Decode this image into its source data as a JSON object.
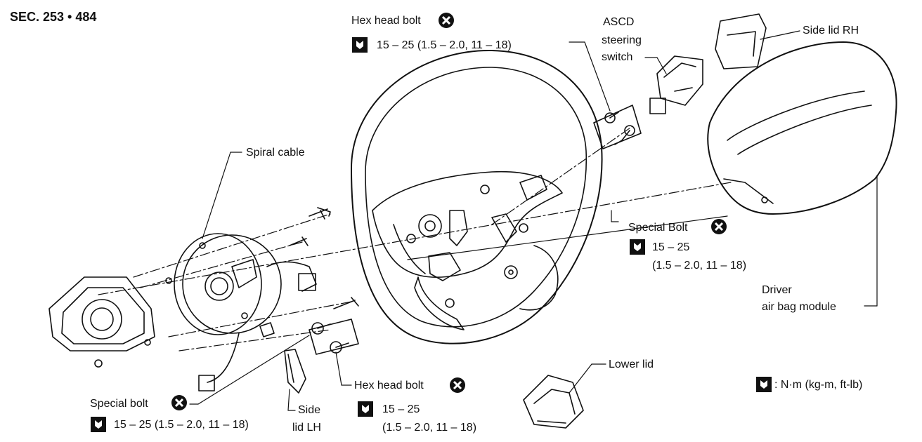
{
  "section": "SEC. 253 • 484",
  "labels": {
    "hex_bolt_top": "Hex head bolt",
    "hex_bolt_top_torque": "15 – 25 (1.5 – 2.0, 11 – 18)",
    "ascd_line1": "ASCD",
    "ascd_line2": "steering",
    "ascd_line3": "switch",
    "side_lid_rh": "Side lid RH",
    "spiral_cable": "Spiral cable",
    "special_bolt_right": "Special Bolt",
    "special_bolt_right_torque1": "15 – 25",
    "special_bolt_right_torque2": "(1.5 – 2.0, 11 – 18)",
    "driver_line1": "Driver",
    "driver_line2": "air bag module",
    "lower_lid": "Lower lid",
    "legend_units": ": N·m (kg-m, ft-lb)",
    "hex_bolt_bottom": "Hex head bolt",
    "hex_bolt_bottom_torque1": "15 – 25",
    "hex_bolt_bottom_torque2": "(1.5 – 2.0, 11 – 18)",
    "special_bolt_left": "Special bolt",
    "special_bolt_left_torque": "15 – 25 (1.5 – 2.0, 11 – 18)",
    "side_lid_lh_line1": "Side",
    "side_lid_lh_line2": "lid LH"
  },
  "icons": {
    "do_not_reuse": "circled-x-icon",
    "torque": "torque-wrench-icon"
  }
}
